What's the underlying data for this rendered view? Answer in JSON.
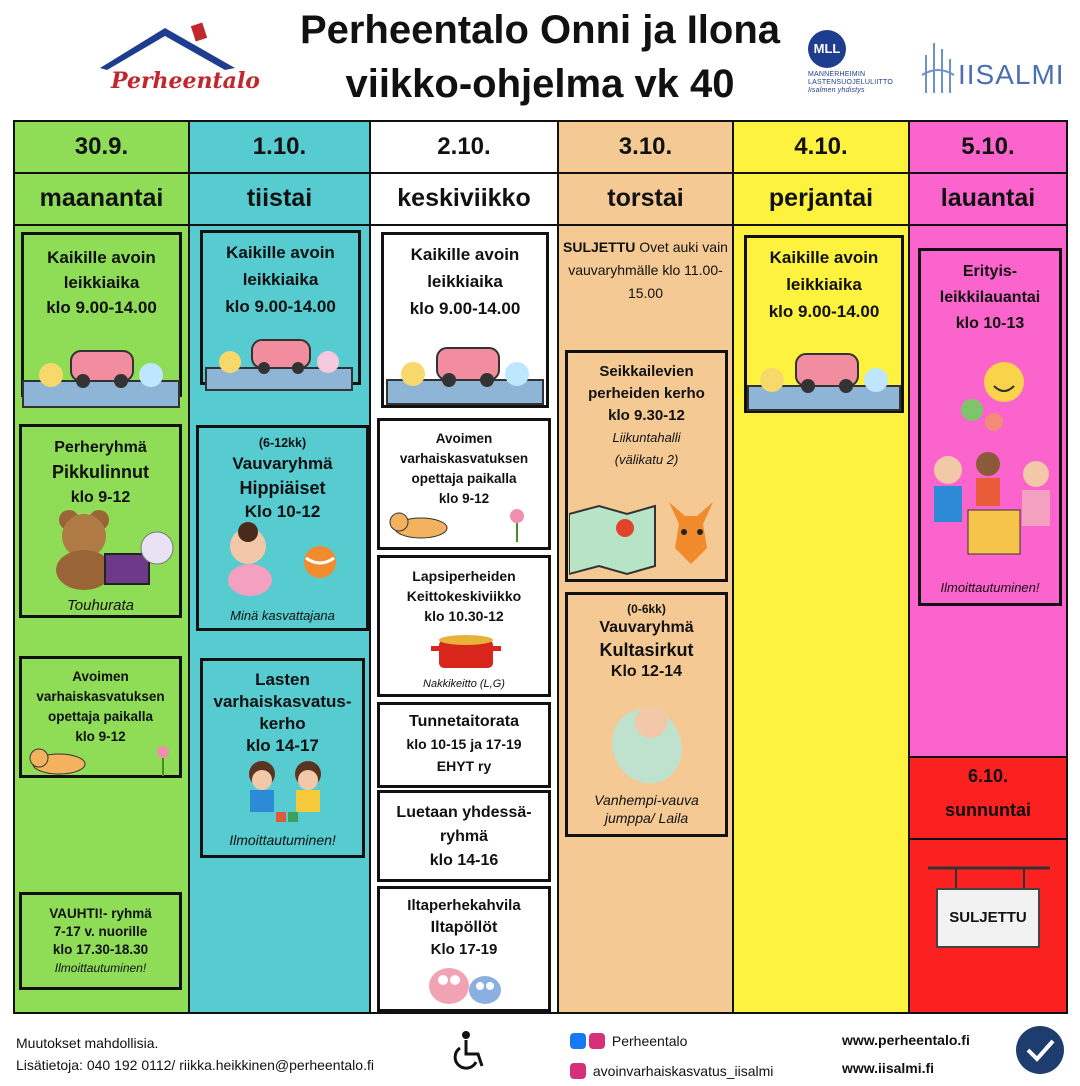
{
  "header": {
    "title_line1": "Perheentalo Onni ja Ilona",
    "title_line2": "viikko-ohjelma vk 40",
    "logo_left_text": "Perheentalo",
    "logo_mll_abbr": "MLL",
    "logo_mll_sub1": "MANNERHEIMIN",
    "logo_mll_sub2": "LASTENSUOJELULIITTO",
    "logo_mll_sub3": "Iisalmen yhdistys",
    "logo_right_text": "IISALMI"
  },
  "colors": {
    "monday": "#8fdc56",
    "tuesday": "#56cbd0",
    "wednesday": "#ffffff",
    "thursday": "#f4c994",
    "friday": "#fdf23d",
    "saturday": "#fb64cc",
    "sunday": "#fb2121"
  },
  "days": {
    "mon": {
      "date": "30.9.",
      "name": "maanantai"
    },
    "tue": {
      "date": "1.10.",
      "name": "tiistai"
    },
    "wed": {
      "date": "2.10.",
      "name": "keskiviikko"
    },
    "thu": {
      "date": "3.10.",
      "name": "torstai"
    },
    "fri": {
      "date": "4.10.",
      "name": "perjantai"
    },
    "sat": {
      "date": "5.10.",
      "name": "lauantai"
    },
    "sun": {
      "date": "6.10.",
      "name": "sunnuntai"
    }
  },
  "mon": {
    "open_play": [
      "Kaikille avoin",
      "leikkiaika",
      "klo 9.00-14.00"
    ],
    "family_group": [
      "Perheryhmä",
      "Pikkulinnut",
      "klo 9-12"
    ],
    "family_group_note": "Touhurata",
    "teacher": [
      "Avoimen",
      "varhaiskasvatuksen",
      "opettaja paikalla",
      "klo 9-12"
    ],
    "vauhti": [
      "VAUHTI!- ryhmä",
      "7-17 v. nuorille",
      "klo 17.30-18.30"
    ],
    "vauhti_note": "Ilmoittautuminen!"
  },
  "tue": {
    "open_play": [
      "Kaikille avoin",
      "leikkiaika",
      "klo 9.00-14.00"
    ],
    "baby_age": "(6-12kk)",
    "baby_group": [
      "Vauvaryhmä",
      "Hippiäiset",
      "Klo 10-12"
    ],
    "baby_note": "Minä kasvattajana",
    "club": [
      "Lasten",
      "varhaiskasvatus-",
      "kerho",
      "klo 14-17"
    ],
    "club_note": "Ilmoittautuminen!"
  },
  "wed": {
    "open_play": [
      "Kaikille avoin",
      "leikkiaika",
      "klo 9.00-14.00"
    ],
    "teacher": [
      "Avoimen",
      "varhaiskasvatuksen",
      "opettaja paikalla",
      "klo 9-12"
    ],
    "kitchen": [
      "Lapsiperheiden",
      "Keittokeskiviikko",
      "klo 10.30-12"
    ],
    "kitchen_note": "Nakkikeitto (L,G)",
    "emotion": [
      "Tunnetaitorata",
      "klo 10-15 ja 17-19",
      "EHYT ry"
    ],
    "reading": [
      "Luetaan yhdessä-",
      "ryhmä",
      "klo 14-16"
    ],
    "evening": [
      "Iltaperhekahvila",
      "Iltapöllöt",
      "Klo 17-19"
    ]
  },
  "thu": {
    "closed": "SULJETTU",
    "closed_note": [
      "Ovet auki vain",
      "vauvaryhmälle",
      "klo 11.00-15.00"
    ],
    "adventure": [
      "Seikkailevien",
      "perheiden kerho",
      "klo 9.30-12"
    ],
    "adventure_note": [
      "Liikuntahalli",
      "(välikatu 2)"
    ],
    "baby_age": "(0-6kk)",
    "baby_group": [
      "Vauvaryhmä",
      "Kultasirkut",
      "Klo 12-14"
    ],
    "baby_note": [
      "Vanhempi-vauva",
      "jumppa/ Laila"
    ]
  },
  "fri": {
    "open_play": [
      "Kaikille avoin",
      "leikkiaika",
      "klo 9.00-14.00"
    ]
  },
  "sat": {
    "special": [
      "Erityis-",
      "leikkilauantai",
      "klo 10-13"
    ],
    "special_note": "Ilmoittautuminen!"
  },
  "sun": {
    "sign": "SULJETTU"
  },
  "footer": {
    "changes": "Muutokset mahdollisia.",
    "contact": "Lisätietoja: 040 192 0112/ riikka.heikkinen@perheentalo.fi",
    "facebook": "Perheentalo",
    "instagram": "avoinvarhaiskasvatus_iisalmi",
    "web1": "www.perheentalo.fi",
    "web2": "www.iisalmi.fi"
  },
  "icons": [
    "house-roof-icon",
    "toy-box-icon",
    "teddy-bear-icon",
    "cat-icon",
    "flower-icon",
    "baby-icon",
    "ball-icon",
    "children-blocks-icon",
    "soup-pot-icon",
    "owl-icon",
    "map-icon",
    "fox-icon",
    "smiley-icon",
    "kids-playing-icon",
    "closed-sign-icon",
    "wheelchair-icon",
    "facebook-icon",
    "instagram-icon",
    "quality-badge-icon"
  ]
}
